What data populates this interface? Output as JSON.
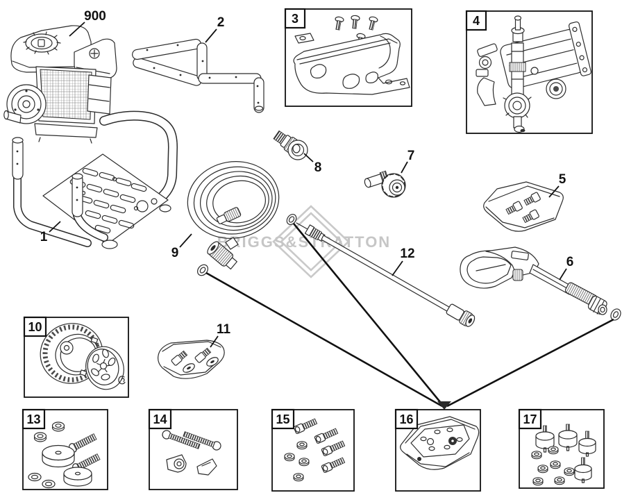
{
  "watermark": "BRIGGS&STRATTON",
  "labels": {
    "engine": "900",
    "frame": "1",
    "handle": "2",
    "cradle_kit": "3",
    "pump": "4",
    "fitting_kit": "5",
    "spray_gun": "6",
    "adapter": "7",
    "coupler": "8",
    "hose": "9",
    "wheel_kit": "10",
    "nozzle_kit": "11",
    "lance": "12",
    "kit13": "13",
    "kit14": "14",
    "kit15": "15",
    "kit16": "16",
    "kit17": "17"
  }
}
